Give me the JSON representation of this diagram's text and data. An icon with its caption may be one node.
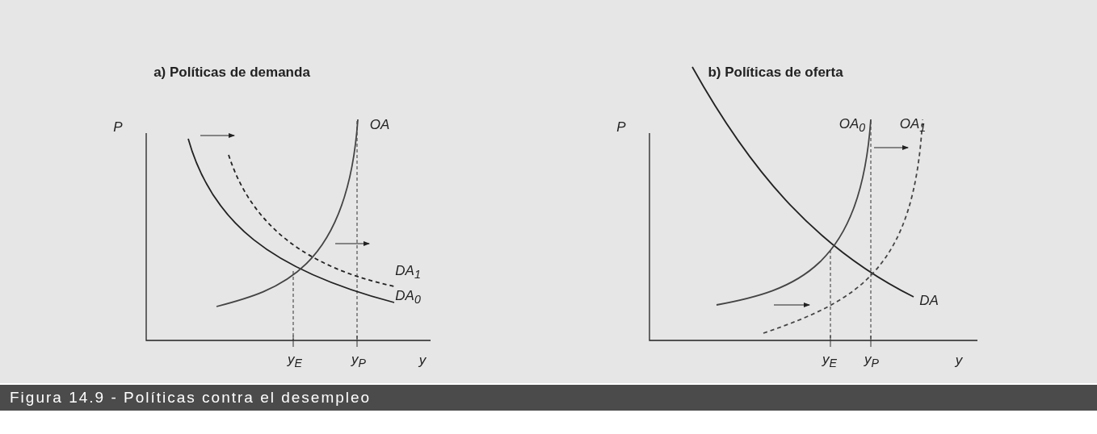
{
  "diagram": {
    "caption": "Figura 14.9 - Políticas contra el desempleo",
    "labels": [
      "a) Políticas de demanda",
      "b) Políticas de oferta",
      "P",
      "OA",
      "DA$_{1}$",
      "DA$_{0}$",
      "y$_{E}$",
      "y$_{P}$",
      "y",
      "P",
      "OA$_{0}$",
      "OA$_{1}$",
      "DA",
      "y$_{E}$",
      "y$_{P}$",
      "y"
    ]
  }
}
